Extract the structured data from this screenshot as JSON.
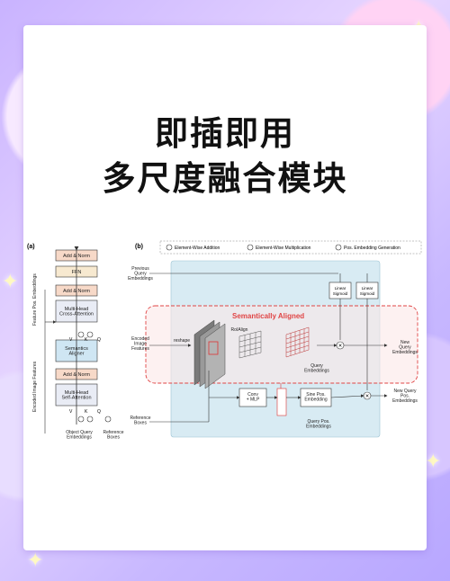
{
  "title_line1": "即插即用",
  "title_line2": "多尺度融合模块",
  "panel_a": {
    "label": "(a)",
    "blocks": [
      "Add & Norm",
      "FFN",
      "Add & Norm",
      "Multi-Head\nCross-Attention",
      "Semantics\nAligner",
      "Add & Norm",
      "Multi-Head\nSelf-Attention"
    ],
    "side_label_top": "Feature Pos. Embeddings",
    "side_label_bottom": "Encoded Image Features",
    "qkv_top": [
      "V",
      "K",
      "Q"
    ],
    "qkv_bottom": [
      "V",
      "K",
      "Q"
    ],
    "bottom_left": "Object Query\nEmbeddings",
    "bottom_right": "Reference\nBoxes"
  },
  "panel_b": {
    "label": "(b)",
    "legend": [
      "Element-Wise Addition",
      "Element-Wise Multiplication",
      "Pos. Embedding Generation"
    ],
    "previous_query": "Previous\nQuery\nEmbeddings",
    "encoded_features": "Encoded\nImage\nFeatures",
    "reference_boxes": "Reference\nBoxes",
    "reshape": "reshape",
    "roialign": "RoIAlign",
    "semantic_aligned": "Semantically Aligned",
    "query_embeddings": "Query\nEmbeddings",
    "linear_sigmoid": "Linear\nSigmoid",
    "new_query": "New\nQuery\nEmbeddings",
    "conv_mlp": "Conv\n+ MLP",
    "sine_pos": "Sine Pos.\nEmbedding",
    "query_pos": "Query Pos.\nEmbeddings",
    "new_query_pos": "New Query\nPos.\nEmbeddings"
  }
}
